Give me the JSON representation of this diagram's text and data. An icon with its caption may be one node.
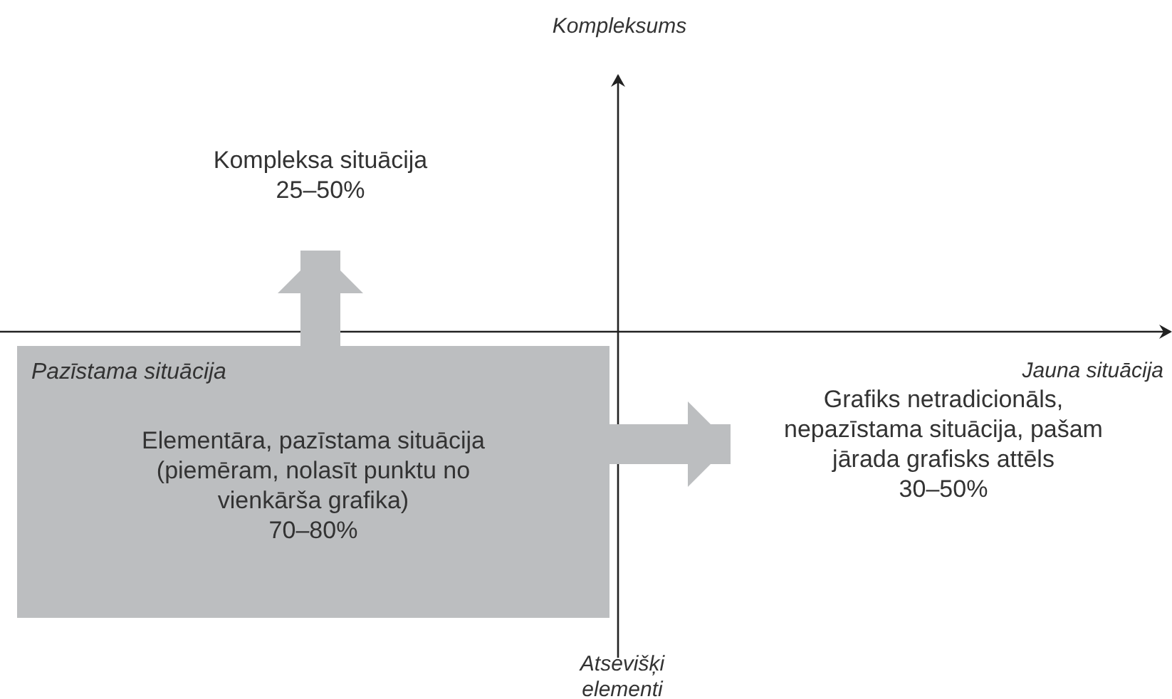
{
  "diagram": {
    "nodes": [
      {
        "text": [
          "Pazīstama situācija",
          "Elementāra, pazīstama situācija (piemēram, nolasīt punktu no vienkārša grafika)",
          "70–80%"
        ]
      },
      {
        "text": [
          "Kompleksa situācija",
          "25–50%"
        ]
      },
      {
        "text": [
          "Grafiks netradicionāls, nepazīstama situācija, pašam jārada grafisks attēls",
          "30–50%"
        ]
      }
    ],
    "edges": [
      {
        "from": 0,
        "to": 1,
        "arrow": "to"
      },
      {
        "from": 0,
        "to": 2,
        "arrow": "to"
      }
    ],
    "labels": [
      "Kompleksums",
      "Jauna situācija",
      "Atsevišķi elementi"
    ]
  }
}
